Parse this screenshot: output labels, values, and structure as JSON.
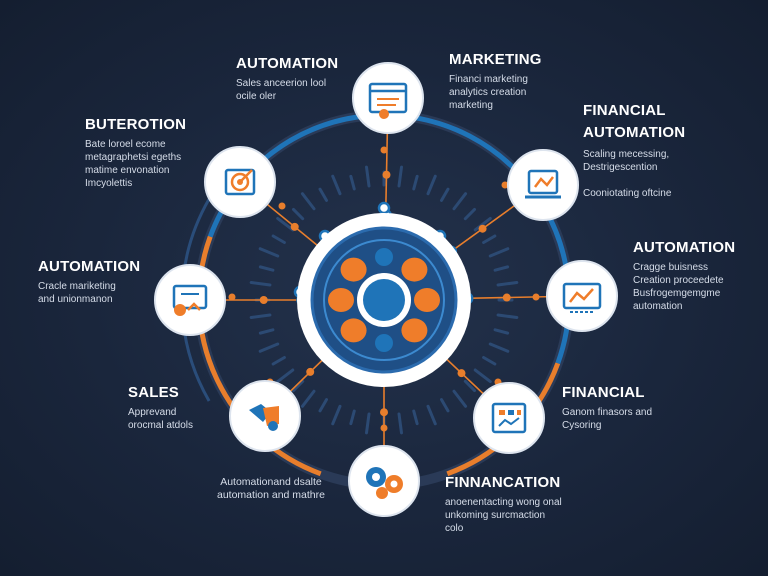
{
  "colors": {
    "background": "#1c2940",
    "ring_blue": "#1f74b8",
    "ring_orange": "#e87e2c",
    "node_white": "#ffffff",
    "hub_blue": "#1e6fb0",
    "accent_orange": "#ef7d2a"
  },
  "nodes": [
    {
      "id": "marketing",
      "title": "MARKETING",
      "desc": "Financi marketing\nanalytics creation\nmarketing",
      "icon": "browser-window-icon"
    },
    {
      "id": "financial-automation",
      "title": "FINANCIAL\nAUTOMATION",
      "desc": "Scaling mecessing,\nDestrigescention\n\nCooniotating oftcine",
      "icon": "chart-screen-icon"
    },
    {
      "id": "automation-right",
      "title": "AUTOMATION",
      "desc": "Cragge buisness\nCreation proceedete\nBusfrogemgemgme\nautomation",
      "icon": "line-chart-icon"
    },
    {
      "id": "financial-right",
      "title": "FINANCIAL",
      "desc": "Ganom  finasors and\nCysoring",
      "icon": "calendar-board-icon"
    },
    {
      "id": "finnancation",
      "title": "FINNANCATION",
      "desc": "anoenentacting wong onal\nunkoming surcmaction\ncolo",
      "icon": "gears-icon"
    },
    {
      "id": "bottom-left",
      "title": "",
      "desc": "Automationand dsalte\nautomation and mathre",
      "icon": ""
    },
    {
      "id": "sales",
      "title": "SALES",
      "desc": "Apprevand\norocmal atdols",
      "icon": "handshake-icon"
    },
    {
      "id": "automation-left",
      "title": "AUTOMATION",
      "desc": "Cracle mariketing\nand unionmanon",
      "icon": "presentation-icon"
    },
    {
      "id": "buterotion",
      "title": "BUTEROTION",
      "desc": "Bate loroel ecome\nmetagraphetsi egeths\nmatime envonation\nImcyolettis",
      "icon": "target-icon"
    },
    {
      "id": "automation-top",
      "title": "AUTOMATION",
      "desc": "Sales anceerion lool\nocile oler",
      "icon": ""
    }
  ]
}
